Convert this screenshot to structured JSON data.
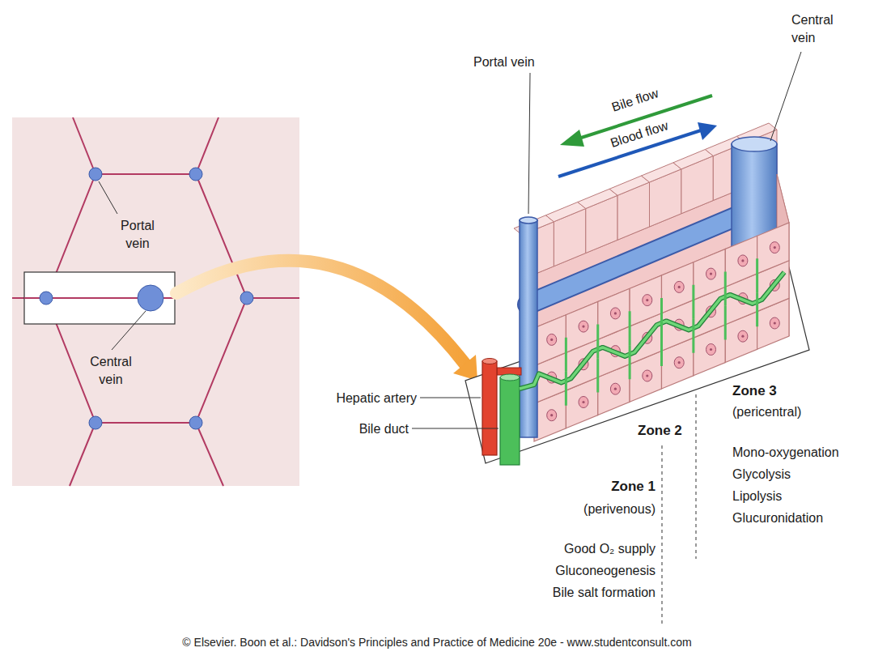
{
  "diagram": {
    "caption": "© Elsevier. Boon et al.: Davidson's Principles and Practice of Medicine 20e - www.studentconsult.com",
    "labels": [
      "Portal vein",
      "Central vein",
      "Portal vein",
      "Central vein",
      "Bile flow",
      "Blood flow",
      "Hepatic artery",
      "Bile duct",
      "Zone 1",
      "(perivenous)",
      "Good O₂ supply",
      "Gluconeogenesis",
      "Bile salt formation",
      "Zone 2",
      "Zone 3",
      "(pericentral)",
      "Mono-oxygenation",
      "Glycolysis",
      "Lipolysis",
      "Glucuronidation"
    ]
  }
}
